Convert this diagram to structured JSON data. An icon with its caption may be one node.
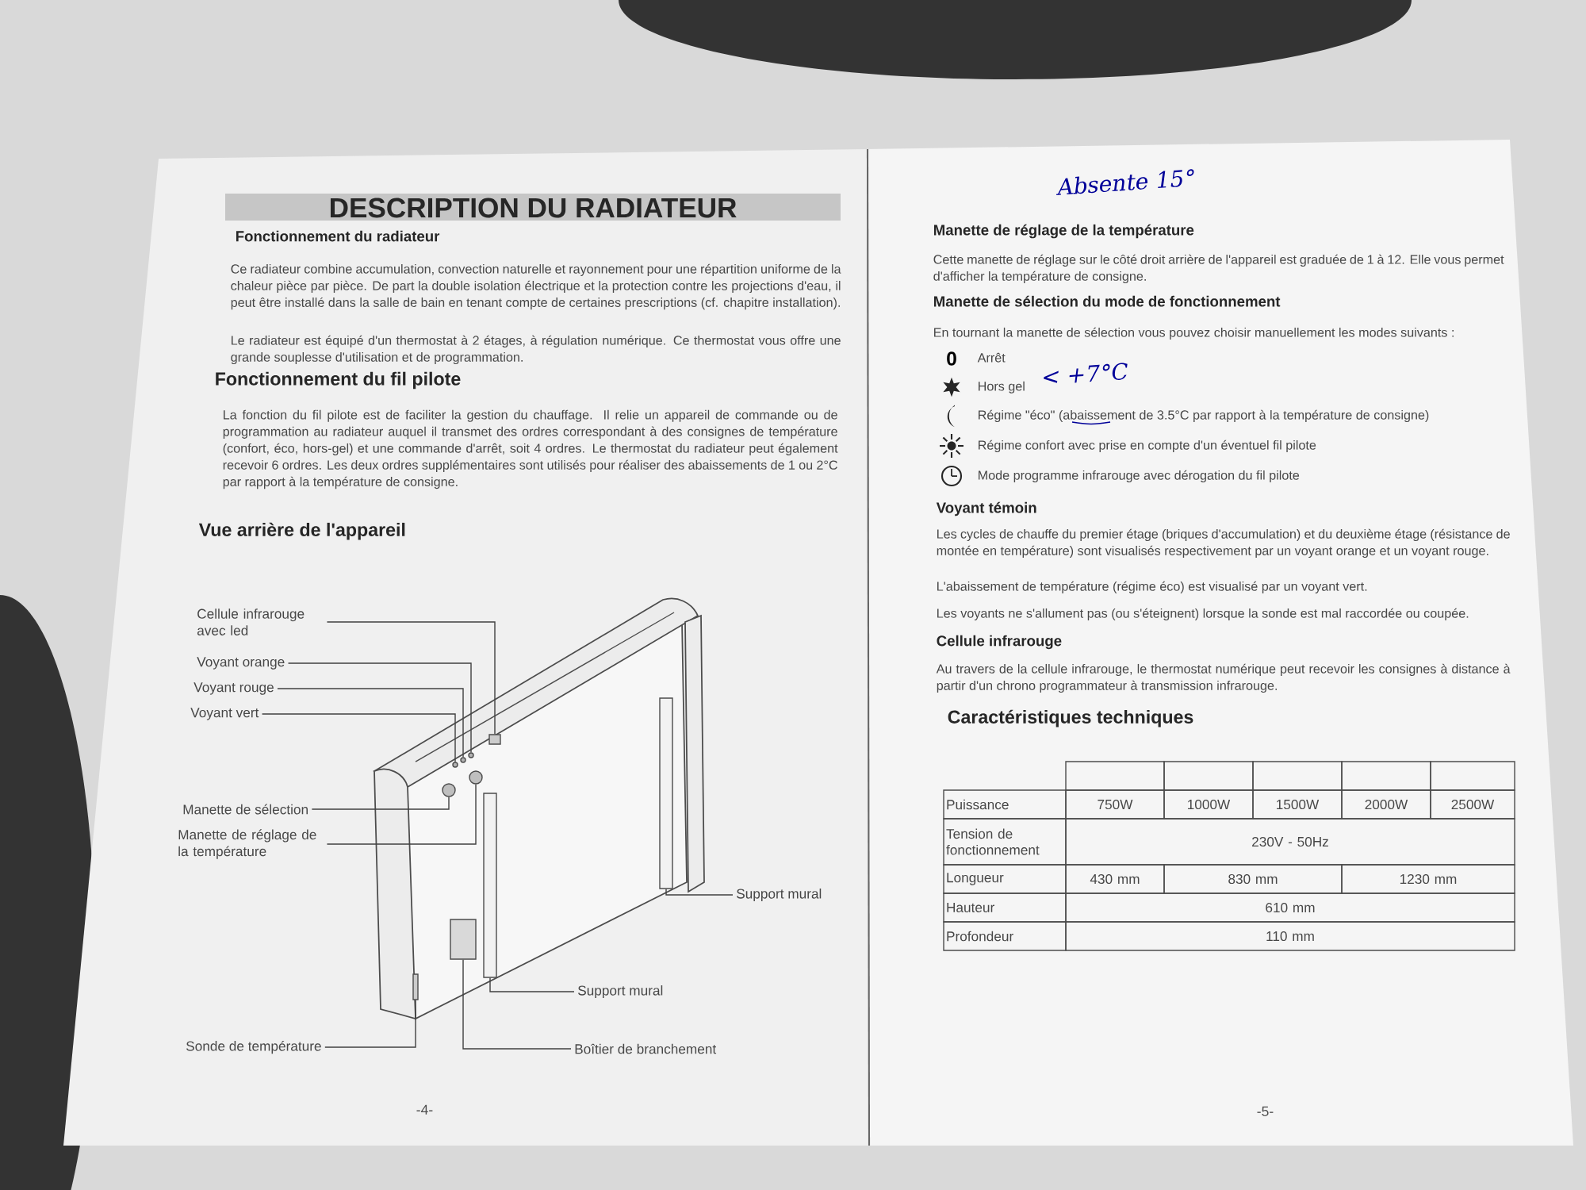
{
  "diagram": {
    "title": "DESCRIPTION DU RADIATEUR",
    "nodes": [
      {
        "text": [
          "Cellule infrarouge avec led"
        ]
      },
      {
        "text": [
          "Voyant orange"
        ]
      },
      {
        "text": [
          "Voyant rouge"
        ]
      },
      {
        "text": [
          "Voyant vert"
        ]
      },
      {
        "text": [
          "Manette de sélection"
        ]
      },
      {
        "text": [
          "Manette de réglage de la température"
        ]
      },
      {
        "text": [
          "Support mural"
        ]
      },
      {
        "text": [
          "Support mural"
        ]
      },
      {
        "text": [
          "Sonde de température"
        ]
      },
      {
        "text": [
          "Boîtier de branchement"
        ]
      },
      {
        "text": [],
        "shape": "box"
      },
      {
        "text": [],
        "shape": "circle"
      },
      {
        "text": [],
        "shape": "circle"
      },
      {
        "text": [],
        "shape": "circle"
      },
      {
        "text": [],
        "shape": "circle"
      },
      {
        "text": [],
        "shape": "circle"
      },
      {
        "text": [],
        "shape": "box"
      },
      {
        "text": [],
        "shape": "box"
      },
      {
        "text": [],
        "shape": "box"
      },
      {
        "text": [],
        "shape": "box"
      }
    ],
    "edges": [
      {
        "from": 0,
        "to": 10,
        "arrow": "none"
      },
      {
        "from": 1,
        "to": 11,
        "arrow": "none"
      },
      {
        "from": 2,
        "to": 12,
        "arrow": "none"
      },
      {
        "from": 3,
        "to": 13,
        "arrow": "none"
      },
      {
        "from": 4,
        "to": 14,
        "arrow": "none"
      },
      {
        "from": 5,
        "to": 15,
        "arrow": "none"
      },
      {
        "from": 6,
        "to": 16,
        "arrow": "none"
      },
      {
        "from": 7,
        "to": 17,
        "arrow": "none"
      },
      {
        "from": 8,
        "to": 18,
        "arrow": "none"
      },
      {
        "from": 9,
        "to": 19,
        "arrow": "none"
      }
    ],
    "labels": [
      "Fonctionnement du radiateur",
      "Ce radiateur combine accumulation, convection naturelle et rayonnement pour une répartition uniforme de la chaleur pièce par pièce. De part la double isolation électrique et la protection contre les projections d'eau, il peut être installé dans la salle de bain en tenant compte de certaines prescriptions (cf. chapitre installation).",
      "Le radiateur est équipé d'un thermostat à 2 étages, à régulation numérique. Ce thermostat vous offre une grande souplesse d'utilisation et de programmation.",
      "Fonctionnement du fil pilote",
      "La fonction du fil pilote est de faciliter la gestion du chauffage. Il relie un appareil de commande ou de programmation au radiateur auquel il transmet des ordres correspondant à des consignes de température (confort, éco, hors-gel) et une commande d'arrêt, soit 4 ordres. Le thermostat du radiateur peut également recevoir 6 ordres. Les deux ordres supplémentaires sont utilisés pour réaliser des abaissements de 1 ou 2°C par rapport à la température de consigne.",
      "Vue arrière de l'appareil",
      "-4-",
      "Absente 15°",
      "Manette de réglage de la température",
      "Cette manette de réglage sur le côté droit arrière de l'appareil est graduée de 1 à 12. Elle vous permet d'afficher la température de consigne.",
      "Manette de sélection du mode de fonctionnement",
      "En tournant la manette de sélection vous pouvez choisir manuellement les modes suivants :",
      "0",
      "Arrêt",
      "Hors gel",
      "< +7°C",
      "Régime \"éco\" (abaissement de 3.5°C par rapport à la température de consigne)",
      "Régime confort avec prise en compte d'un éventuel fil pilote",
      "Mode programme infrarouge avec dérogation du fil pilote",
      "Voyant témoin",
      "Les cycles de chauffe du premier étage (briques d'accumulation) et du deuxième étage (résistance de montée en température) sont visualisés respectivement par un voyant orange et un voyant rouge.",
      "L'abaissement de température (régime éco) est visualisé par un voyant vert.",
      "Les voyants ne s'allument pas (ou s'éteignent) lorsque la sonde est mal raccordée ou coupée.",
      "Cellule infrarouge",
      "Au travers de la cellule infrarouge, le thermostat numérique peut recevoir les consignes à distance à partir d'un chrono programmateur à transmission infrarouge.",
      "Caractéristiques techniques",
      "Puissance",
      "750W",
      "1000W",
      "1500W",
      "2000W",
      "2500W",
      "Tension de fonctionnement",
      "230V - 50Hz",
      "Longueur",
      "430 mm",
      "830 mm",
      "1230 mm",
      "Hauteur",
      "610 mm",
      "Profondeur",
      "110 mm",
      "-5-"
    ]
  }
}
